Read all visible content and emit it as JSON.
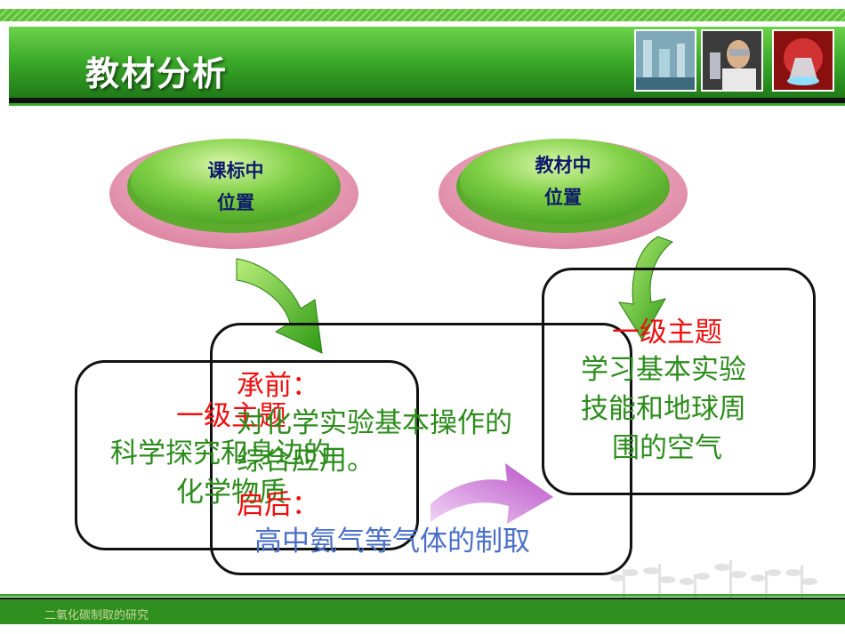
{
  "header": {
    "title": "教材分析"
  },
  "discs": {
    "left": {
      "line1": "课标中",
      "line2": "位置"
    },
    "right": {
      "line1": "教材中",
      "line2": "位置"
    }
  },
  "left_box": {
    "heading": "一级主题",
    "line1": "科学探究和身边的",
    "line2": "化学物质"
  },
  "middle_box": {
    "before_label": "承前：",
    "before_line1": "对化学实验基本操作的",
    "before_line2": "综合应用。",
    "after_label": "启后：",
    "after_text": "高中氨气等气体的制取"
  },
  "right_box": {
    "heading": "一级主题",
    "line1": "学习基本实验",
    "line2": "技能和地球周",
    "line3": "围的空气"
  },
  "footer": {
    "text": "二氧化碳制取的研究"
  },
  "colors": {
    "banner_green": "#3aa82a",
    "heading_red": "#ee1010",
    "body_green": "#2d8c1c",
    "accent_blue": "#4a6fc8",
    "disc_text": "#0d1a6b"
  }
}
